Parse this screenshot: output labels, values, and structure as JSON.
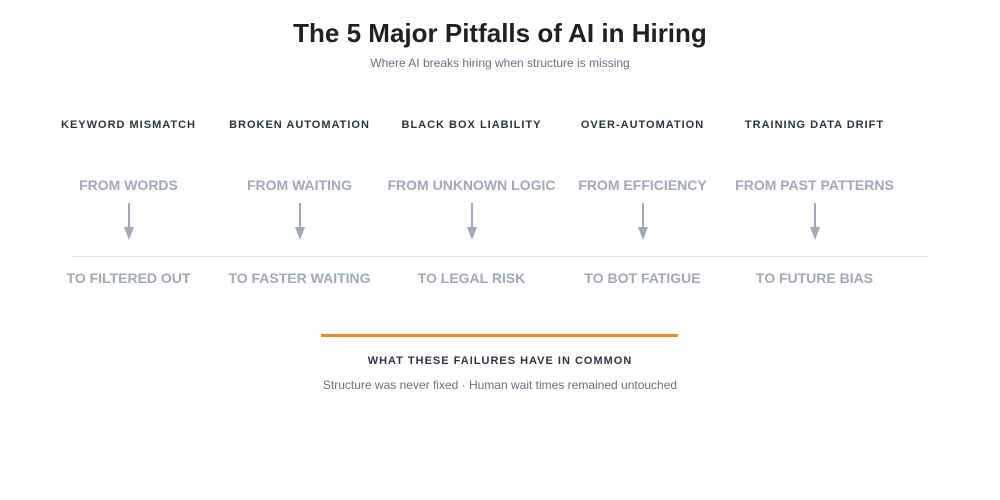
{
  "title": "The 5 Major Pitfalls of AI in Hiring",
  "subtitle": "Where AI breaks hiring when structure is missing",
  "pitfalls": [
    {
      "name": "KEYWORD MISMATCH",
      "from": "FROM WORDS",
      "to": "TO FILTERED OUT"
    },
    {
      "name": "BROKEN AUTOMATION",
      "from": "FROM WAITING",
      "to": "TO FASTER WAITING"
    },
    {
      "name": "BLACK BOX LIABILITY",
      "from": "FROM UNKNOWN LOGIC",
      "to": "TO LEGAL RISK"
    },
    {
      "name": "OVER-AUTOMATION",
      "from": "FROM EFFICIENCY",
      "to": "TO BOT FATIGUE"
    },
    {
      "name": "TRAINING DATA DRIFT",
      "from": "FROM PAST PATTERNS",
      "to": "TO FUTURE BIAS"
    }
  ],
  "common": {
    "heading": "WHAT THESE FAILURES HAVE IN COMMON",
    "text": "Structure was never fixed · Human wait times remained untouched"
  },
  "colors": {
    "accent": "#f0892a",
    "muted": "#a2a8b6"
  }
}
